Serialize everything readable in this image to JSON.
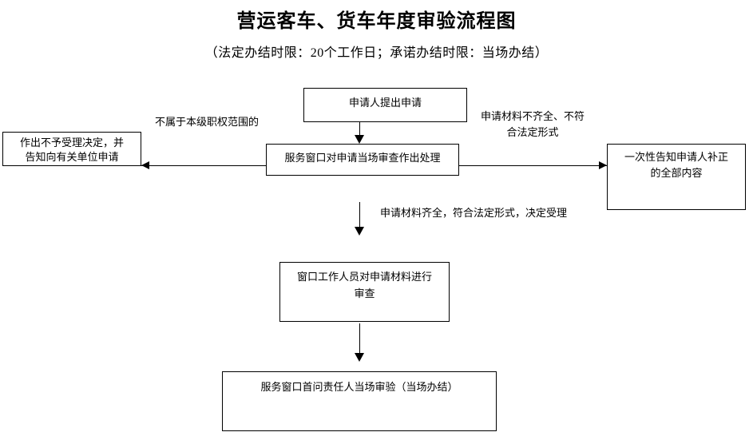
{
  "page": {
    "title": "营运客车、货车年度审验流程图",
    "subtitle": "（法定办结时限：20个工作日；承诺办结时限：当场办结）",
    "background_color": "#ffffff",
    "line_color": "#000000"
  },
  "flowchart": {
    "type": "flowchart",
    "nodes": [
      {
        "id": "apply",
        "label": "申请人提出申请"
      },
      {
        "id": "window_check",
        "label": "服务窗口对申请当场审查作出处理"
      },
      {
        "id": "reject",
        "label": "作出不予受理决定，并\n告知向有关单位申请"
      },
      {
        "id": "notify",
        "label": "一次性告知申请人补正\n的全部内容"
      },
      {
        "id": "staff_review",
        "label": "窗口工作人员对申请材料进行\n审查"
      },
      {
        "id": "onsite",
        "label": "服务窗口首问责任人当场审验（当场办结）"
      }
    ],
    "edges": [
      {
        "from": "apply",
        "to": "window_check",
        "label": "",
        "direction": "down"
      },
      {
        "from": "window_check",
        "to": "reject",
        "label": "不属于本级职权范围的",
        "direction": "left"
      },
      {
        "from": "window_check",
        "to": "notify",
        "label": "申请材料不齐全、不符\n合法定形式",
        "direction": "right"
      },
      {
        "from": "window_check",
        "to": "staff_review",
        "label": "申请材料齐全，符合法定形式，决定受理",
        "direction": "down"
      },
      {
        "from": "staff_review",
        "to": "onsite",
        "label": "",
        "direction": "down"
      }
    ]
  }
}
